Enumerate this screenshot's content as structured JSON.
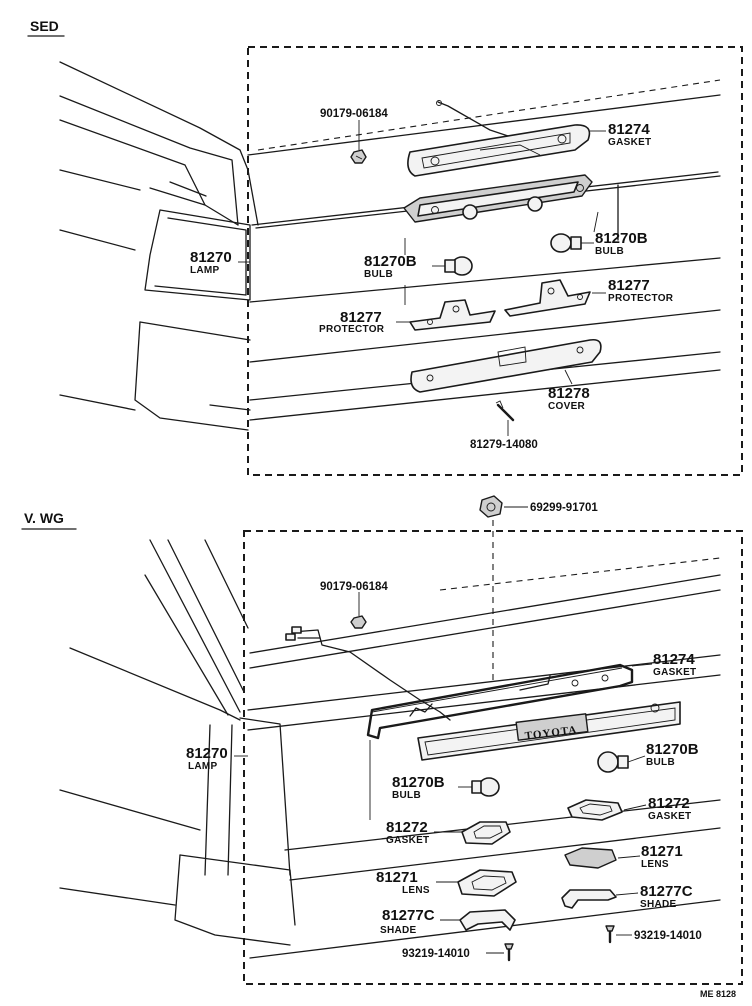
{
  "sections": {
    "sed": "SED",
    "vwg": "V. WG"
  },
  "badge_text": "TOYOTA",
  "reference_code": "ME 8128",
  "sed_parts": {
    "screw_90179": {
      "number": "90179-06184"
    },
    "gasket_81274": {
      "number": "81274",
      "label": "GASKET"
    },
    "lamp_81270": {
      "number": "81270",
      "label": "LAMP"
    },
    "bulb_81270b_left": {
      "number": "81270B",
      "label": "BULB"
    },
    "bulb_81270b_right": {
      "number": "81270B",
      "label": "BULB"
    },
    "protector_81277_right": {
      "number": "81277",
      "label": "PROTECTOR"
    },
    "protector_81277_left": {
      "number": "81277",
      "label": "PROTECTOR"
    },
    "cover_81278": {
      "number": "81278",
      "label": "COVER"
    },
    "screw_81279": {
      "number": "81279-14080"
    }
  },
  "wg_parts": {
    "nut_69299": {
      "number": "69299-91701"
    },
    "screw_90179": {
      "number": "90179-06184"
    },
    "gasket_81274": {
      "number": "81274",
      "label": "GASKET"
    },
    "lamp_81270": {
      "number": "81270",
      "label": "LAMP"
    },
    "bulb_81270b_right": {
      "number": "81270B",
      "label": "BULB"
    },
    "bulb_81270b_left": {
      "number": "81270B",
      "label": "BULB"
    },
    "gasket_81272_right": {
      "number": "81272",
      "label": "GASKET"
    },
    "gasket_81272_left": {
      "number": "81272",
      "label": "GASKET"
    },
    "lens_81271_right": {
      "number": "81271",
      "label": "LENS"
    },
    "lens_81271_left": {
      "number": "81271",
      "label": "LENS"
    },
    "shade_81277c_right": {
      "number": "81277C",
      "label": "SHADE"
    },
    "shade_81277c_left": {
      "number": "81277C",
      "label": "SHADE"
    },
    "screw_93219_right": {
      "number": "93219-14010"
    },
    "screw_93219_left": {
      "number": "93219-14010"
    }
  }
}
